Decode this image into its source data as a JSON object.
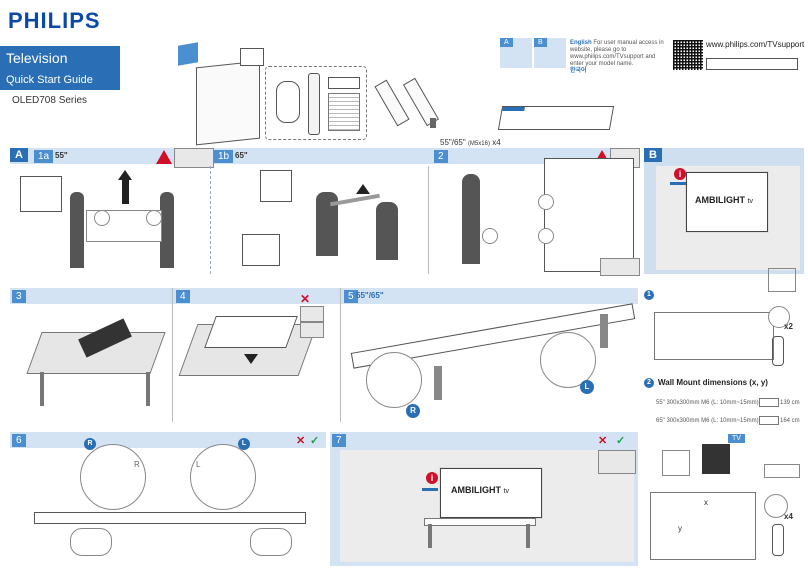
{
  "header": {
    "brand": "PHILIPS",
    "product": "Television",
    "guide": "Quick Start Guide",
    "series": "OLED708 Series",
    "support_url": "www.philips.com/TVsupport",
    "screw_note": "55\"/65\"",
    "screw_spec": "(M5x16)",
    "screw_qty": "x4",
    "lang_en": "English",
    "text_en": "For user manual access in website, please go to www.philips.com/TVsupport and enter your model name.",
    "lang_ko": "한국어"
  },
  "sections": {
    "A": {
      "label": "A",
      "sub1": "1a",
      "sub1_size": "55\"",
      "sub2": "1b",
      "sub2_size": "65\""
    },
    "s2": {
      "label": "2"
    },
    "B": {
      "label": "B",
      "brand_text": "AMBILIGHT",
      "brand_tv": "tv"
    },
    "s3": {
      "label": "3"
    },
    "s4": {
      "label": "4"
    },
    "s5": {
      "label": "5",
      "size": "55\"/65\""
    },
    "s6": {
      "label": "6"
    },
    "s7": {
      "label": "7",
      "brand_text": "AMBILIGHT",
      "brand_tv": "tv"
    }
  },
  "wall": {
    "step1": "1",
    "step2": "2",
    "dims_title": "Wall Mount dimensions (x, y)",
    "row55": "55\"  300x300mm M6 (L: 10mm~15mm)",
    "row55_len": "139 cm",
    "row65": "65\"  300x300mm M6 (L: 10mm~15mm)",
    "row65_len": "164 cm",
    "x_label": "x",
    "y_label": "y",
    "qty2": "x2",
    "qty4": "x4",
    "tv_badge": "TV"
  },
  "labels": {
    "R": "R",
    "L": "L",
    "mini_a": "A",
    "mini_b": "B"
  }
}
